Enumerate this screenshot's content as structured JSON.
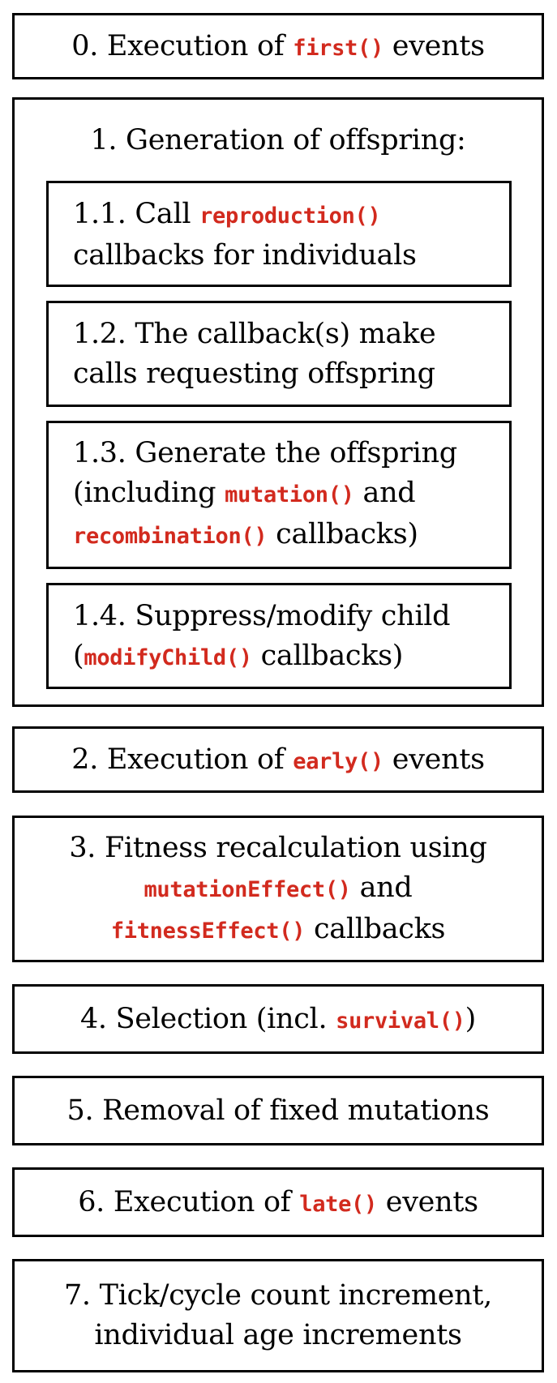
{
  "colors": {
    "code": "#d22a1e",
    "text": "#000000",
    "border": "#000000",
    "background": "#ffffff"
  },
  "step0": {
    "pre": "0. Execution of ",
    "code": "first()",
    "post": " events"
  },
  "step1": {
    "title": "1. Generation of offspring:",
    "sub1": {
      "pre": "1.1. Call ",
      "code": "reproduction()",
      "line2": "callbacks for individuals"
    },
    "sub2": {
      "line1": "1.2. The callback(s) make",
      "line2": "calls requesting offspring"
    },
    "sub3": {
      "line1": "1.3. Generate the offspring",
      "line2_pre": "(including ",
      "line2_code": "mutation()",
      "line2_post": " and",
      "line3_code": "recombination()",
      "line3_post": " callbacks)"
    },
    "sub4": {
      "line1": "1.4. Suppress/modify child",
      "line2_pre": "(",
      "line2_code": "modifyChild()",
      "line2_post": " callbacks)"
    }
  },
  "step2": {
    "pre": "2. Execution of ",
    "code": "early()",
    "post": " events"
  },
  "step3": {
    "line1": "3. Fitness recalculation using",
    "line2_code": "mutationEffect()",
    "line2_post": " and",
    "line3_code": "fitnessEffect()",
    "line3_post": " callbacks"
  },
  "step4": {
    "pre": "4. Selection (incl. ",
    "code": "survival()",
    "post": ")"
  },
  "step5": {
    "text": "5. Removal of fixed mutations"
  },
  "step6": {
    "pre": "6. Execution of ",
    "code": "late()",
    "post": " events"
  },
  "step7": {
    "line1": "7. Tick/cycle count increment,",
    "line2": "individual age increments"
  }
}
